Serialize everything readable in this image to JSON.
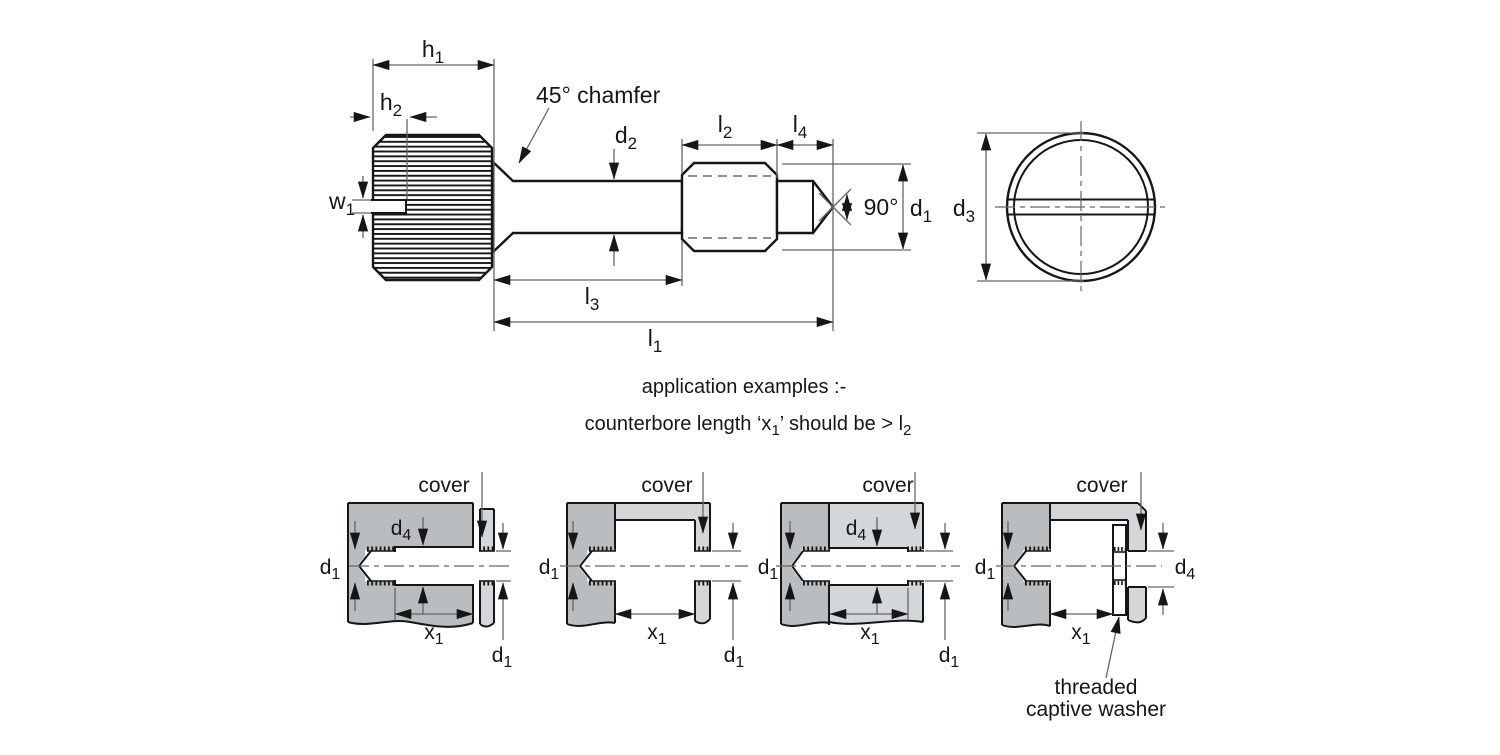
{
  "dims": {
    "h1": {
      "b": "h",
      "s": "1"
    },
    "h2": {
      "b": "h",
      "s": "2"
    },
    "w1": {
      "b": "w",
      "s": "1"
    },
    "d1": {
      "b": "d",
      "s": "1"
    },
    "d2": {
      "b": "d",
      "s": "2"
    },
    "d3": {
      "b": "d",
      "s": "3"
    },
    "d4": {
      "b": "d",
      "s": "4"
    },
    "l1": {
      "b": "l",
      "s": "1"
    },
    "l2": {
      "b": "l",
      "s": "2"
    },
    "l3": {
      "b": "l",
      "s": "3"
    },
    "l4": {
      "b": "l",
      "s": "4"
    },
    "x1": {
      "b": "x",
      "s": "1"
    }
  },
  "annotations": {
    "chamfer_note": "45° chamfer",
    "tip_angle": "90°",
    "cover_label": "cover",
    "washer_note_line1": "threaded",
    "washer_note_line2": "captive washer"
  },
  "notes": {
    "line1": "application examples :-",
    "line2_p1": "counterbore length ‘x",
    "line2_s1": "1",
    "line2_p2": "’ should be  > l",
    "line2_s2": "2"
  },
  "colors": {
    "background": "#ffffff",
    "line": "#161616",
    "dim-line": "#666666",
    "base-fill": "#b9bdc0",
    "cover-fill": "#d4d7d9",
    "thread-dash": "#808080"
  }
}
